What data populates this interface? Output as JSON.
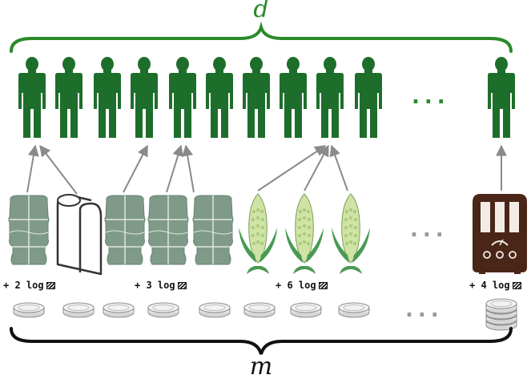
{
  "labels": {
    "top": "d",
    "bottom": "m"
  },
  "costs": [
    "+ 2 log",
    "+ 3 log",
    "+ 6 log",
    "+ 4 log"
  ],
  "ellipsis": {
    "people": "...",
    "items": "...",
    "coins": "..."
  },
  "colors": {
    "person": "#1e6e2b",
    "top_brace": "#2a8a2a",
    "bottom_brace": "#111111",
    "arrow": "#8a8a8a",
    "bale": "#7f9a88",
    "corn_leaf": "#4a9a52",
    "corn_cob": "#cfe3a4",
    "radio": "#4a2618",
    "coin": "#e6e6e6",
    "dots_green": "#2a8a2a",
    "dots_gray": "#999999"
  },
  "icons": {
    "person": "person-silhouette-icon",
    "bale": "cotton-bale-icon",
    "paper": "paper-roll-icon",
    "corn": "corn-cob-icon",
    "radio": "vintage-radio-icon",
    "coin": "coin-stack-icon"
  }
}
